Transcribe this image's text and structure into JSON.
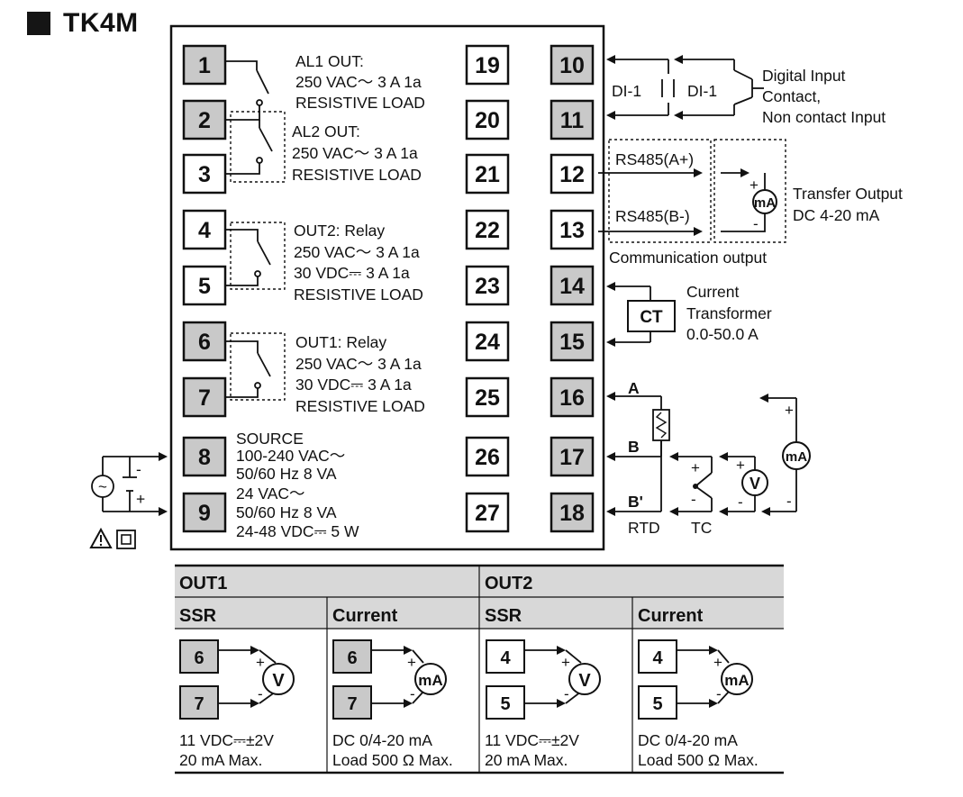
{
  "title": "TK4M",
  "terminals": {
    "t1": "1",
    "t2": "2",
    "t3": "3",
    "t4": "4",
    "t5": "5",
    "t6": "6",
    "t7": "7",
    "t8": "8",
    "t9": "9",
    "t10": "10",
    "t11": "11",
    "t12": "12",
    "t13": "13",
    "t14": "14",
    "t15": "15",
    "t16": "16",
    "t17": "17",
    "t18": "18",
    "t19": "19",
    "t20": "20",
    "t21": "21",
    "t22": "22",
    "t23": "23",
    "t24": "24",
    "t25": "25",
    "t26": "26",
    "t27": "27"
  },
  "al1": {
    "title": "AL1 OUT:",
    "rating": "250 VAC～ 3 A 1a",
    "load": "RESISTIVE LOAD"
  },
  "al2": {
    "title": "AL2 OUT:",
    "rating": "250 VAC～ 3 A 1a",
    "load": "RESISTIVE LOAD"
  },
  "out2": {
    "title": "OUT2: Relay",
    "rating_ac": "250 VAC～ 3 A 1a",
    "rating_dc": "30 VDC⎓ 3 A 1a",
    "load": "RESISTIVE LOAD"
  },
  "out1": {
    "title": "OUT1: Relay",
    "rating_ac": "250 VAC～ 3 A 1a",
    "rating_dc": "30 VDC⎓ 3 A 1a",
    "load": "RESISTIVE LOAD"
  },
  "source": {
    "title": "SOURCE",
    "line1": "100-240 VAC～",
    "line2": "50/60 Hz 8 VA",
    "line3": "24 VAC～",
    "line4": "50/60 Hz 8 VA",
    "line5": "24-48 VDC⎓ 5 W",
    "ac_symbol": "~",
    "minus": "-",
    "plus": "+"
  },
  "digital_input": {
    "di_left": "DI-1",
    "di_right": "DI-1",
    "label1": "Digital Input",
    "label2": "Contact,",
    "label3": "Non contact Input"
  },
  "comm": {
    "a": "RS485(A+)",
    "b": "RS485(B-)",
    "label": "Communication output"
  },
  "transfer": {
    "meter": "mA",
    "plus": "+",
    "minus": "-",
    "label1": "Transfer Output",
    "label2": "DC 4-20 mA"
  },
  "ct": {
    "box": "CT",
    "label1": "Current",
    "label2": "Transformer",
    "label3": "0.0-50.0 A"
  },
  "rtd": {
    "a": "A",
    "b": "B",
    "b_prime": "B'",
    "label": "RTD"
  },
  "tc": {
    "label": "TC",
    "plus": "+",
    "minus": "-"
  },
  "volt_in": {
    "meter": "V",
    "plus": "+",
    "minus": "-"
  },
  "ma_in": {
    "meter": "mA",
    "plus": "+",
    "minus": "-"
  },
  "table": {
    "out1": "OUT1",
    "out2": "OUT2",
    "ssr": "SSR",
    "current": "Current",
    "cell1": {
      "top": "6",
      "bottom": "7",
      "meter": "V",
      "plus": "+",
      "minus": "-",
      "note1": "11 VDC⎓±2V",
      "note2": "20 mA Max."
    },
    "cell2": {
      "top": "6",
      "bottom": "7",
      "meter": "mA",
      "plus": "+",
      "minus": "-",
      "note1": "DC 0/4-20 mA",
      "note2": "Load 500 Ω Max."
    },
    "cell3": {
      "top": "4",
      "bottom": "5",
      "meter": "V",
      "plus": "+",
      "minus": "-",
      "note1": "11 VDC⎓±2V",
      "note2": "20 mA Max."
    },
    "cell4": {
      "top": "4",
      "bottom": "5",
      "meter": "mA",
      "plus": "+",
      "minus": "-",
      "note1": "DC 0/4-20 mA",
      "note2": "Load 500 Ω Max."
    }
  },
  "colors": {
    "terminal_gray": "#c9c9c9",
    "header_gray": "#d8d8d8",
    "line": "#111111"
  }
}
